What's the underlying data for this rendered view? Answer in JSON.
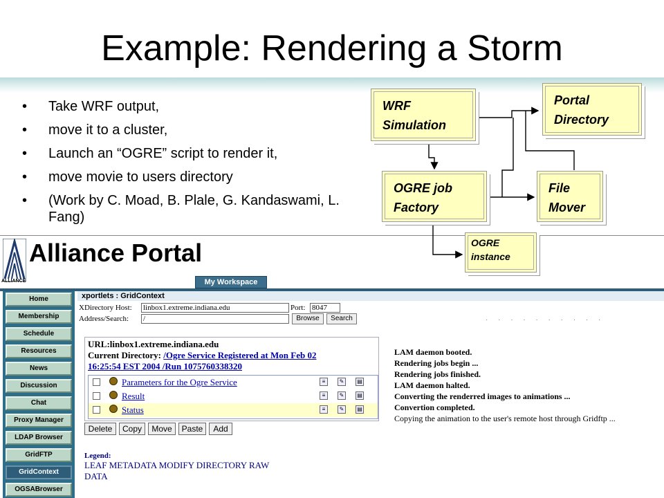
{
  "slide": {
    "title": "Example: Rendering a Storm",
    "bullets": [
      "Take WRF output,",
      "move it to a cluster,",
      "Launch an “OGRE” script to render it,",
      "move movie to users directory",
      "(Work by C. Moad, B. Plale, G. Kandaswami, L. Fang)"
    ],
    "bullet_glyph": "•"
  },
  "diagram": {
    "wrf": [
      "WRF",
      "Simulation"
    ],
    "portal_dir": [
      "Portal",
      "Directory"
    ],
    "ogre_factory": [
      "OGRE job",
      "Factory"
    ],
    "file_mover": [
      "File",
      "Mover"
    ],
    "ogre_instance": [
      "OGRE",
      "instance"
    ],
    "node_color": "#ffffc0"
  },
  "portal": {
    "title": "Alliance Portal",
    "logo_text": "ALLIANCE",
    "workspace_tab": "My Workspace",
    "nav": [
      "Home",
      "Membership",
      "Schedule",
      "Resources",
      "News",
      "Discussion",
      "Chat",
      "Proxy Manager",
      "LDAP Browser",
      "GridFTP",
      "GridContext",
      "OGSABrowser"
    ],
    "active_nav": "GridContext",
    "context_title": "xportlets : GridContext",
    "host_label": "XDirectory Host:",
    "host_value": "linbox1.extreme.indiana.edu",
    "port_label": "Port:",
    "port_value": "8047",
    "address_label": "Address/Search:",
    "address_value": "/",
    "browse_label": "Browse",
    "search_label": "Search",
    "url_line": "URL:linbox1.extreme.indiana.edu",
    "current_dir_label": "Current Directory:",
    "current_dir_link_1": "/Ogre Service Registered at Mon Feb 02",
    "current_dir_link_2": "16:25:54 EST 2004 /Run 1075760338320",
    "entries": [
      "Parameters for the Ogre Service",
      "Result",
      "Status"
    ],
    "actions": [
      "Delete",
      "Copy",
      "Move",
      "Paste",
      "Add"
    ],
    "log": [
      "LAM daemon booted.",
      "Rendering jobs begin ...",
      "Rendering jobs finished.",
      "LAM daemon halted.",
      "Converting the renderred images to animations ...",
      "Convertion completed.",
      "Copying the animation to the user's remote host through Gridftp ..."
    ],
    "legend_title": "Legend:",
    "legend_line1": "LEAF  METADATA  MODIFY  DIRECTORY  RAW",
    "legend_line2": "DATA",
    "nav_color": "#2e6e88",
    "button_color": "#bcd6c8"
  }
}
